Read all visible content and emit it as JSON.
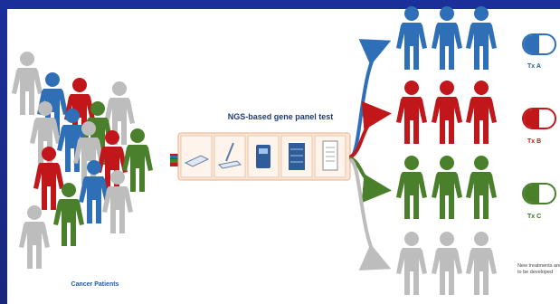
{
  "test": {
    "title": "NGS-based gene panel test",
    "steps": [
      "sample-slide-icon",
      "pipette-icon",
      "sequencer-icon",
      "server-icon",
      "report-icon"
    ]
  },
  "patients": {
    "caption": "Cancer Patients"
  },
  "outcomes": [
    {
      "label": "Tx A",
      "color": "#2f6fb7"
    },
    {
      "label": "Tx B",
      "color": "#c1171b"
    },
    {
      "label": "Tx C",
      "color": "#4a7f2b"
    },
    {
      "label": "New treatments are needed to be developed",
      "color": "#bdbdbd"
    }
  ],
  "colors": {
    "blue": "#2f6fb7",
    "red": "#c1171b",
    "green": "#4a7f2b",
    "gray": "#bdbdbd",
    "background": "#1b2a8a"
  }
}
